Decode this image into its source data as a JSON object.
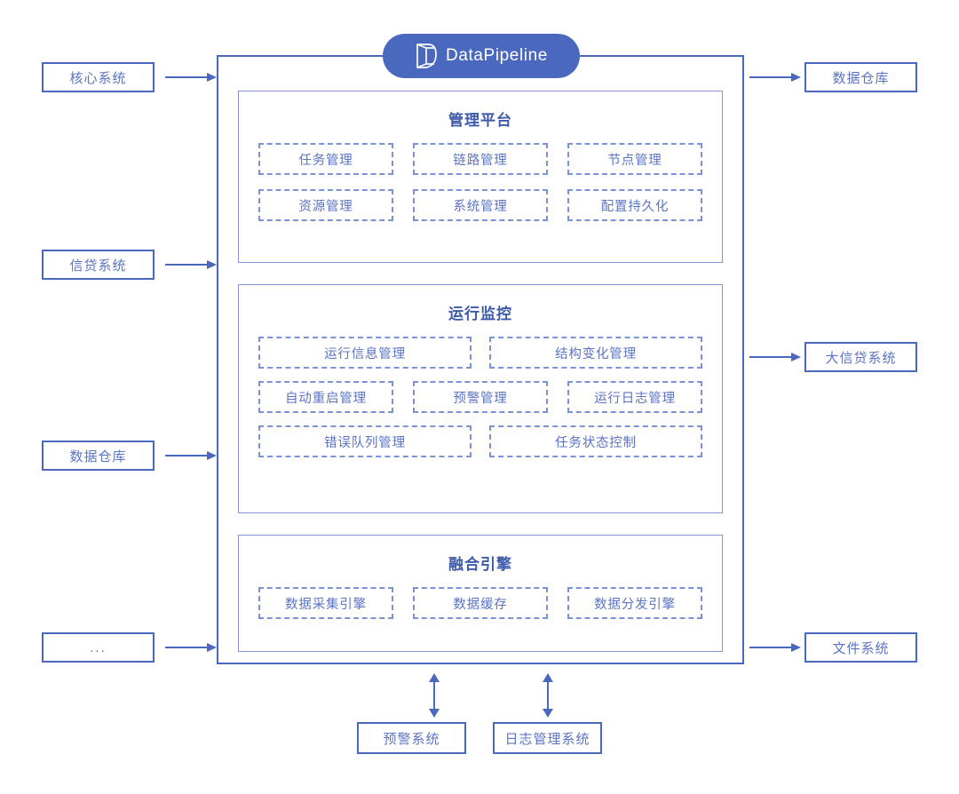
{
  "logo": {
    "brand": "DataPipeline",
    "icon": "datapipeline-logo-icon",
    "pill_color": "#4a68bd"
  },
  "colors": {
    "primary_border": "#4a68bd",
    "section_border": "#8296d8",
    "dashed_border": "#7b92d6",
    "text": "#5b74c4",
    "title_text": "#3d5aa8",
    "background": "#ffffff"
  },
  "left_sources": [
    {
      "label": "核心系统",
      "arrow": "arrow-right-icon"
    },
    {
      "label": "信贷系统",
      "arrow": "arrow-right-icon"
    },
    {
      "label": "数据仓库",
      "arrow": "arrow-right-icon"
    },
    {
      "label": "...",
      "arrow": "arrow-right-icon"
    }
  ],
  "right_targets": [
    {
      "label": "数据仓库",
      "arrow": "arrow-right-icon"
    },
    {
      "label": "大信贷系统",
      "arrow": "arrow-right-icon"
    },
    {
      "label": "文件系统",
      "arrow": "arrow-right-icon"
    }
  ],
  "bottom_systems": [
    {
      "label": "预警系统",
      "arrow": "arrow-up-down-icon"
    },
    {
      "label": "日志管理系统",
      "arrow": "arrow-up-down-icon"
    }
  ],
  "sections": [
    {
      "id": "management-platform",
      "title": "管理平台",
      "rows": [
        [
          "任务管理",
          "链路管理",
          "节点管理"
        ],
        [
          "资源管理",
          "系统管理",
          "配置持久化"
        ]
      ]
    },
    {
      "id": "runtime-monitoring",
      "title": "运行监控",
      "rows": [
        [
          "运行信息管理",
          "结构变化管理"
        ],
        [
          "自动重启管理",
          "预警管理",
          "运行日志管理"
        ],
        [
          "错误队列管理",
          "任务状态控制"
        ]
      ]
    },
    {
      "id": "fusion-engine",
      "title": "融合引擎",
      "rows": [
        [
          "数据采集引擎",
          "数据缓存",
          "数据分发引擎"
        ]
      ]
    }
  ]
}
